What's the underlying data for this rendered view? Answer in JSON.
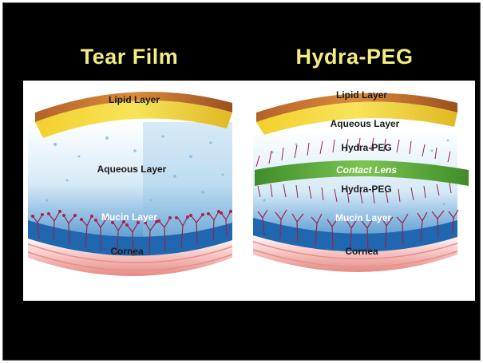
{
  "left": {
    "title": "Tear Film",
    "labels": {
      "lipid": "Lipid Layer",
      "aqueous": "Aqueous Layer",
      "mucin": "Mucin Layer",
      "cornea": "Cornea"
    }
  },
  "right": {
    "title": "Hydra-PEG",
    "labels": {
      "lipid": "Lipid Layer",
      "aqueous": "Aqueous Layer",
      "hydra_top": "Hydra-PEG",
      "lens": "Contact Lens",
      "hydra_bottom": "Hydra-PEG",
      "mucin": "Mucin Layer",
      "cornea": "Cornea"
    }
  },
  "colors": {
    "background": "#000000",
    "title": "#f3ec7e",
    "lipid": "#c8762a",
    "lipid_bottom": "#f2d53a",
    "aqueous": "#2f7fc4",
    "mucin": "#9c1f4a",
    "lens": "#5cae3a",
    "cornea": "#e58a86"
  }
}
